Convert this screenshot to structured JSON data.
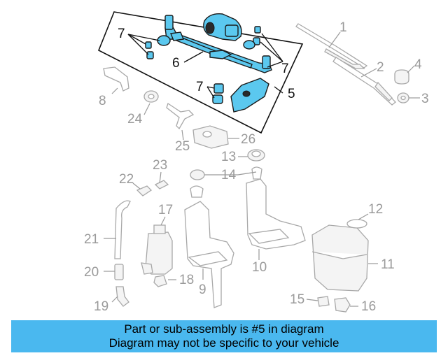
{
  "callouts": {
    "c1": "1",
    "c2": "2",
    "c3": "3",
    "c4": "4",
    "c5": "5",
    "c6": "6",
    "c7a": "7",
    "c7b": "7",
    "c7c": "7",
    "c8": "8",
    "c9": "9",
    "c10": "10",
    "c11": "11",
    "c12": "12",
    "c13": "13",
    "c14": "14",
    "c15": "15",
    "c16": "16",
    "c17": "17",
    "c18": "18",
    "c19": "19",
    "c20": "20",
    "c21": "21",
    "c22": "22",
    "c23": "23",
    "c24": "24",
    "c25": "25",
    "c26": "26"
  },
  "banner": {
    "line1": "Part or sub-assembly is #5 in diagram",
    "line2": "Diagram may not be specific to your vehicle",
    "color": "#4ab8ef"
  },
  "highlight_color": "#5bc8ef"
}
